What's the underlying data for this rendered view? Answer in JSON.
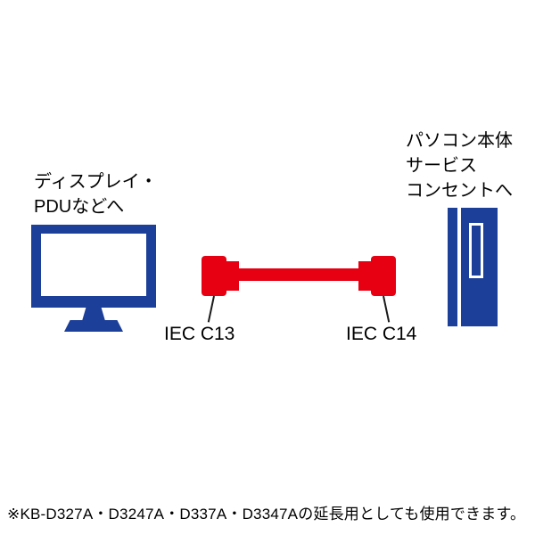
{
  "diagram": {
    "left_device": {
      "label_lines": [
        "ディスプレイ・",
        "PDUなどへ"
      ]
    },
    "right_device": {
      "label_lines": [
        "パソコン本体",
        "サービス",
        "コンセントへ"
      ]
    },
    "cable": {
      "left_connector_label": "IEC C13",
      "right_connector_label": "IEC C14"
    },
    "footnote": "※KB-D327A・D3247A・D337A・D3347Aの延長用としても使用できます。",
    "colors": {
      "device_blue": "#1c3f99",
      "cable_red": "#e60012"
    }
  }
}
